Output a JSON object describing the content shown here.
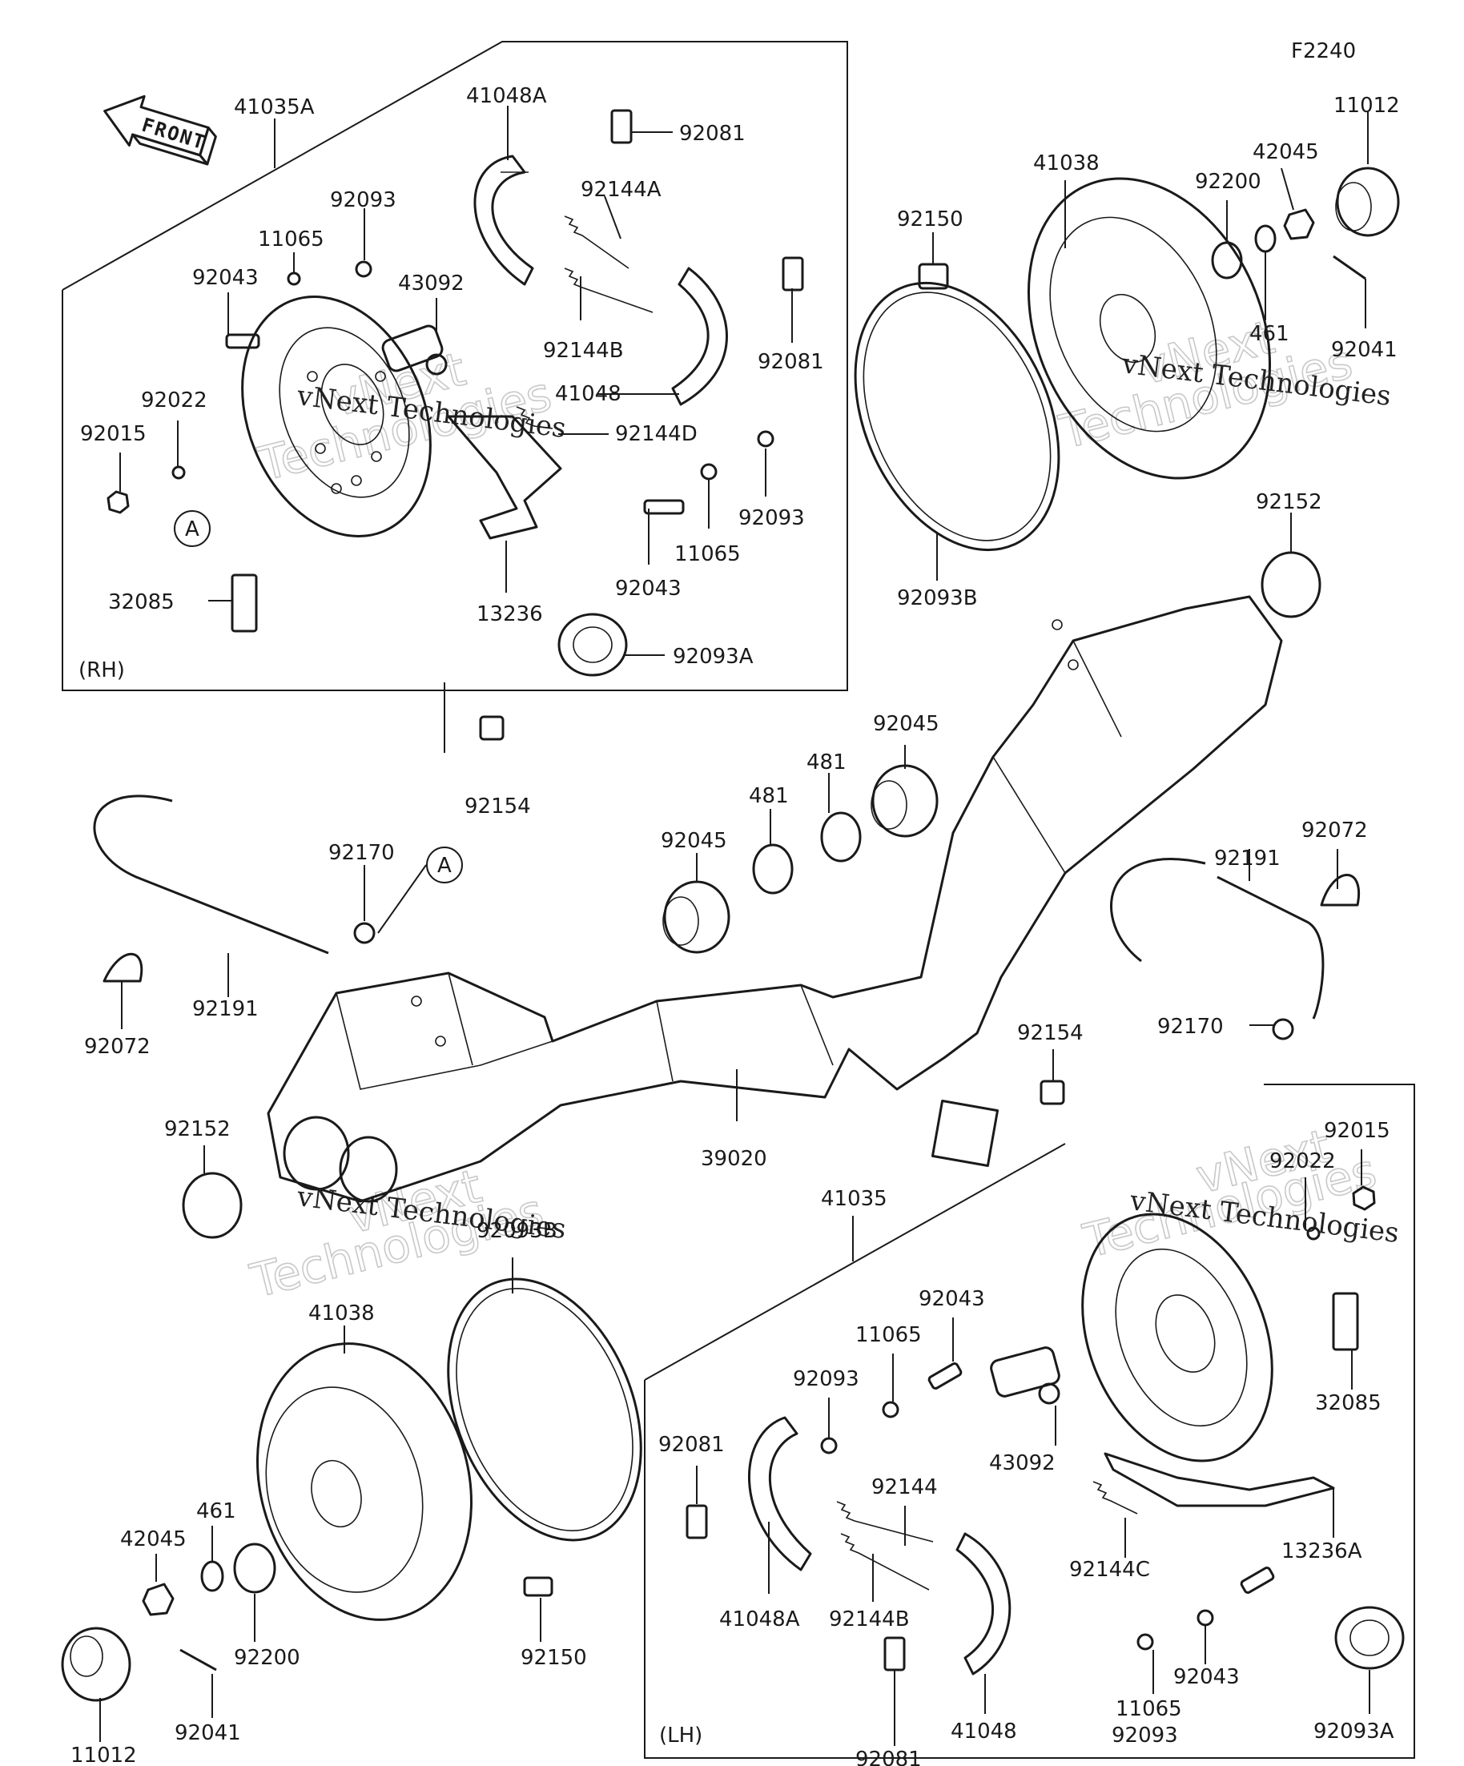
{
  "figure_code": "F2240",
  "front_arrow": "FRONT",
  "watermark": {
    "brand": "vNext Technologies",
    "big_a": "vNext",
    "big_b": "Technologies"
  },
  "groups": {
    "rh": "(RH)",
    "lh": "(LH)"
  },
  "callouts": {
    "a1": "A",
    "a2": "A"
  },
  "labels": {
    "p41035A": "41035A",
    "p41048A_rh": "41048A",
    "p92081_rh1": "92081",
    "p92144A": "92144A",
    "p92093_rh1": "92093",
    "p11065_rh1": "11065",
    "p92043_rh1": "92043",
    "p43092_rh": "43092",
    "p92144B_rh": "92144B",
    "p92081_rh2": "92081",
    "p41048_rh": "41048",
    "p92022_rh": "92022",
    "p92144D": "92144D",
    "p92015_rh": "92015",
    "p92093_rh2": "92093",
    "p11065_rh2": "11065",
    "p92043_rh2": "92043",
    "p32085_rh": "32085",
    "p13236": "13236",
    "p92093A_rh": "92093A",
    "p41038_r": "41038",
    "p92200_r": "92200",
    "p42045_r": "42045",
    "p11012_r": "11012",
    "p92150_r": "92150",
    "p461_r": "461",
    "p92041_r": "92041",
    "p92093B_r": "92093B",
    "p92152_r": "92152",
    "p92154_top": "92154",
    "p92045_r": "92045",
    "p481_a": "481",
    "p481_b": "481",
    "p92045_l": "92045",
    "p92170_l": "92170",
    "p92191_l": "92191",
    "p92072_l": "92072",
    "p92072_r": "92072",
    "p92191_r": "92191",
    "p92170_r": "92170",
    "p92154_mid": "92154",
    "p92152_l": "92152",
    "p39020": "39020",
    "p41035": "41035",
    "p92093B_l": "92093B",
    "p41038_l": "41038",
    "p92015_lh": "92015",
    "p92022_lh": "92022",
    "p92043_lh1": "92043",
    "p11065_lh1": "11065",
    "p92093_lh1": "92093",
    "p32085_lh": "32085",
    "p92081_lh1": "92081",
    "p92144": "92144",
    "p43092_lh": "43092",
    "p92144C": "92144C",
    "p13236A": "13236A",
    "p41048A_lh": "41048A",
    "p92144B_lh": "92144B",
    "p92043_lh2": "92043",
    "p461_l": "461",
    "p42045_l": "42045",
    "p92200_l": "92200",
    "p92150_l": "92150",
    "p11065_lh2": "11065",
    "p92093_lh2": "92093",
    "p92093A_lh": "92093A",
    "p41048_lh": "41048",
    "p92081_lh2": "92081",
    "p92041_l": "92041",
    "p11012_l": "11012"
  }
}
